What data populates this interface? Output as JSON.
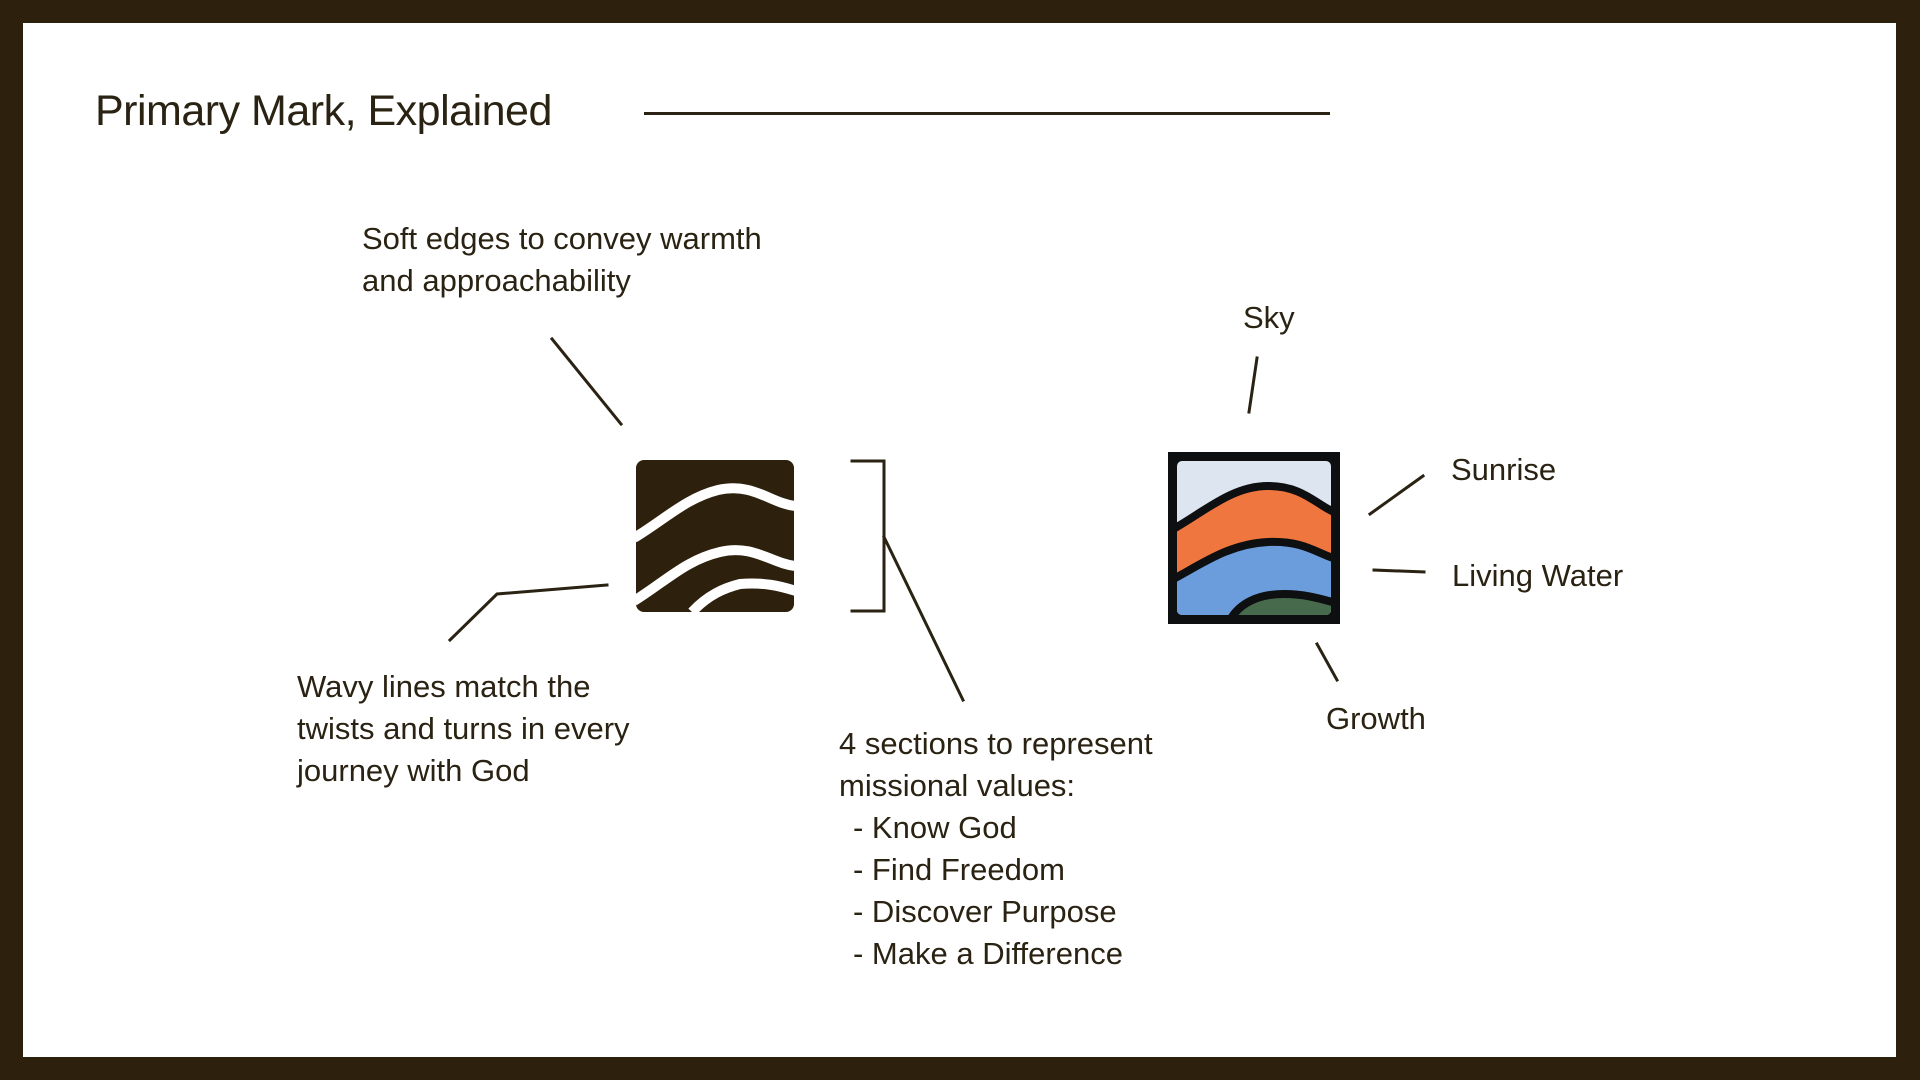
{
  "slide": {
    "title": "Primary Mark, Explained"
  },
  "annotations": {
    "soft_edges": [
      "Soft edges to convey warmth",
      "and approachability"
    ],
    "wavy_lines": [
      "Wavy lines match the",
      "twists and turns in every",
      "journey with God"
    ],
    "sections": {
      "lines": [
        "4 sections to represent",
        "missional values:"
      ],
      "values": [
        "- Know God",
        "- Find Freedom",
        "- Discover Purpose",
        "- Make a Difference"
      ]
    }
  },
  "color_labels": {
    "sky": "Sky",
    "sunrise": "Sunrise",
    "living_water": "Living Water",
    "growth": "Growth"
  },
  "colors": {
    "frame": "#2d210d",
    "ink": "#2a2212",
    "mark_dark": "#2d210d",
    "sky": "#dde5f1",
    "sunrise": "#f0763f",
    "living_water": "#6b9ddc",
    "growth": "#486a4c",
    "outline": "#0d0f10"
  }
}
